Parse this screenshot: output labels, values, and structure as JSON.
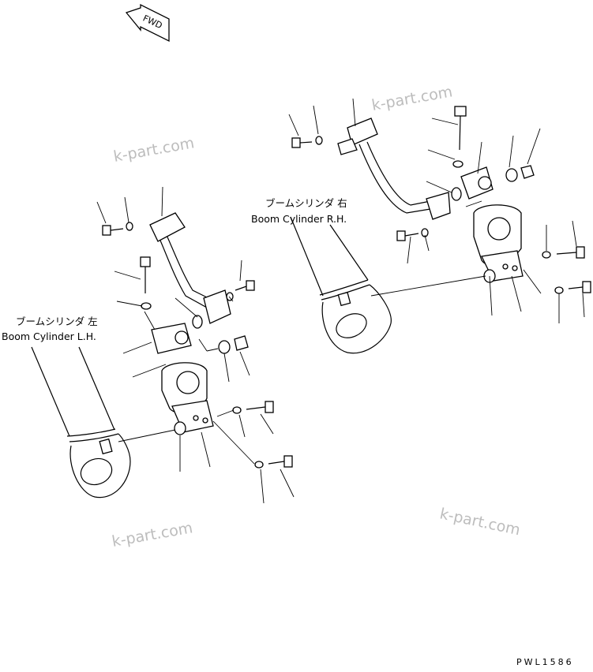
{
  "fwd_label": "FWD",
  "watermark": "k-part.com",
  "labels": {
    "right_jp": "ブームシリンダ 右",
    "right_en": "Boom Cylinder R.H.",
    "left_jp": "ブームシリンダ 左",
    "left_en": "Boom Cylinder L.H."
  },
  "drawing_code": "PWL1586"
}
